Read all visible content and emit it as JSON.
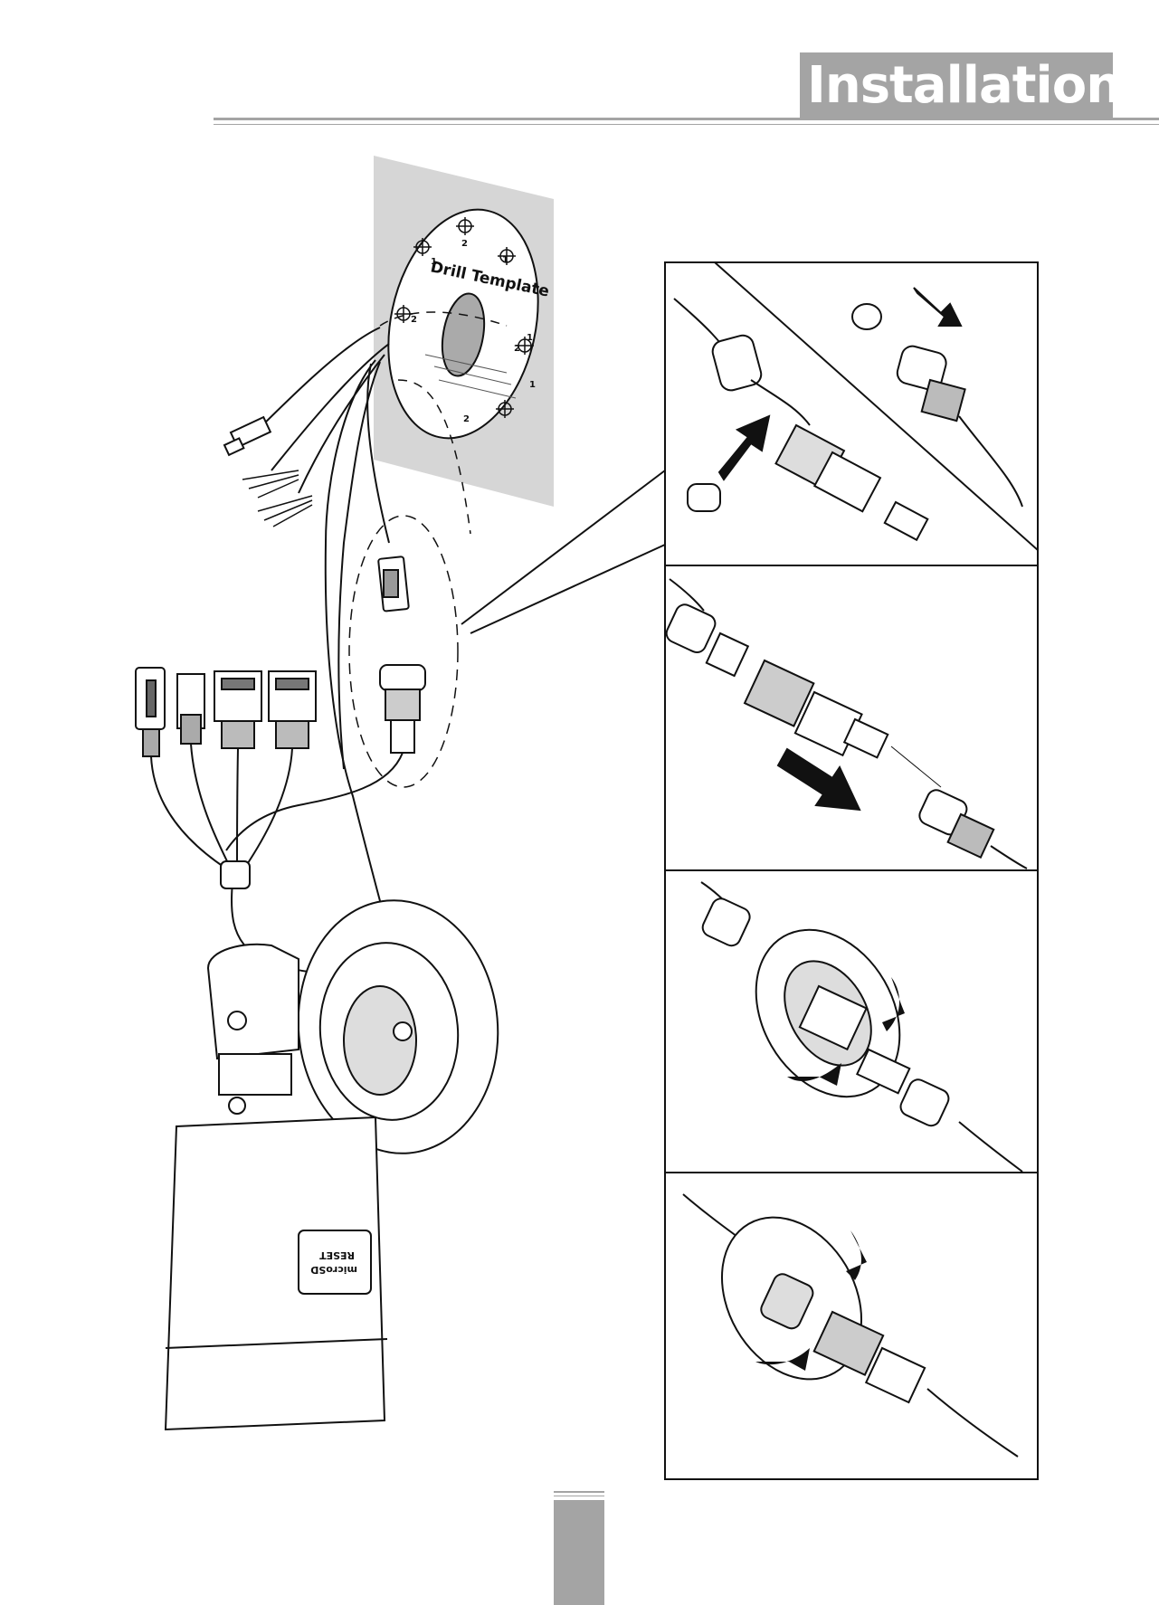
{
  "header": {
    "title": "Installation"
  },
  "template": {
    "title": "Drill Template",
    "hole_marks": [
      "1",
      "2",
      "2",
      "2",
      "2",
      "1",
      "1",
      "1"
    ]
  },
  "camera": {
    "panel_labels": [
      "RESET",
      "microSD"
    ]
  },
  "steps": [
    {
      "name": "step-1-insert-cable"
    },
    {
      "name": "step-2-connect-rj45"
    },
    {
      "name": "step-3-rotate-cap"
    },
    {
      "name": "step-4-tighten-nut"
    }
  ],
  "colors": {
    "accent_gray": "#a4a4a4",
    "wall_gray": "#d6d6d6",
    "line": "#111111"
  }
}
